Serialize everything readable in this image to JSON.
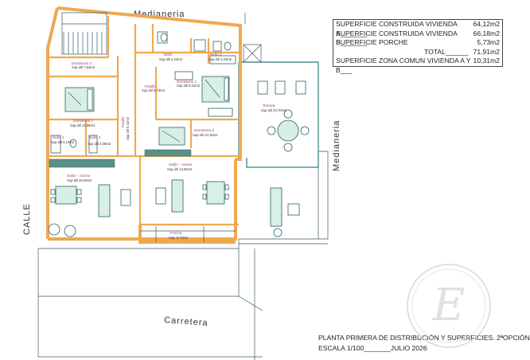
{
  "streets": {
    "top": "Medianeria",
    "right": "Medianeria",
    "left": "CALLE",
    "bottom": "Carretera"
  },
  "rooms": [
    {
      "id": "dormitorio-2-a",
      "name": "Dormitorio 2",
      "area": "Sup.útil 7,53m2"
    },
    {
      "id": "bano-a",
      "name": "Baño",
      "area": "Sup.útil 4,23m2"
    },
    {
      "id": "bano-2",
      "name": "Baño 2",
      "area": "Sup.útil 4,23m2"
    },
    {
      "id": "pasillo",
      "name": "Pasillo",
      "area": "Sup.útil 5,73m2"
    },
    {
      "id": "dormitorio-1-b",
      "name": "Dormitorio 1",
      "area": "Sup.útil 9,22m2"
    },
    {
      "id": "dormitorio-1-a",
      "name": "Dormitorio 1",
      "area": "Sup.útil 10,98m2"
    },
    {
      "id": "pasillo-2",
      "name": "Pasillo",
      "area": "Sup.útil 6,42m2"
    },
    {
      "id": "bano-1",
      "name": "Baño 1",
      "area": "Sup.útil 5,13m2"
    },
    {
      "id": "bano-small",
      "name": "Baño 2",
      "area": "Sup.útil 3,05m2"
    },
    {
      "id": "dormitorio-2-b",
      "name": "Dormitorio 2",
      "area": "Sup.útil 10,18m2"
    },
    {
      "id": "terraza",
      "name": "Terraza",
      "area": "Sup.útil 34,70m2"
    },
    {
      "id": "salon-a",
      "name": "Salón - cocina",
      "area": "Sup.útil 25,28m2"
    },
    {
      "id": "salon-b",
      "name": "Salón - cocina",
      "area": "Sup.útil 14,56m2"
    },
    {
      "id": "porche",
      "name": "Porche",
      "area": "Sup. 5,73m2"
    }
  ],
  "surfaces_table": [
    {
      "label": "SUPERFICIE CONSTRUIDA VIVIENDA A_______",
      "value": "64,12m2"
    },
    {
      "label": "SUPERFICIE CONSTRUIDA VIVIENDA B_______",
      "value": "66,18m2"
    },
    {
      "label": "SUPERFICIE PORCHE",
      "value": "5,73m2"
    },
    {
      "label": "TOTAL______",
      "value": "71,91m2",
      "total": true
    },
    {
      "label": "SUPERFICIE ZONA COMUN VIVIENDA A Y B___",
      "value": "10,31m2"
    }
  ],
  "caption": {
    "line1": "PLANTA PRIMERA DE DISTRIBUCIÓN Y SUPERFICIES. 2ªOPCIÓN",
    "line2": "ESCALA 1/100_______JULIO 2026"
  },
  "colors": {
    "wall": "#f0a850",
    "room_label": "#b0307a",
    "furniture": "#2f6060",
    "furniture_fill": "#d7efe7"
  },
  "logo_letter": "E"
}
